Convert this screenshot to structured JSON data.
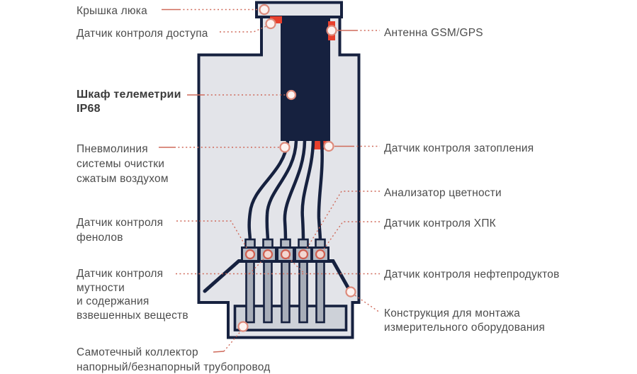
{
  "diagram_title": "",
  "colors": {
    "navy": "#16213f",
    "red": "#e8402d",
    "well_fill": "#e3e4e9",
    "basin_fill": "#cdd1d8",
    "equip_fill": "#b4bac4",
    "rod_fill": "#a7adb8",
    "leader": "#cf6a5a",
    "label_color": "#4d4d4d",
    "label_bold_color": "#3a3a3a"
  },
  "labels": {
    "manhole_cover": {
      "text": "Крышка люка"
    },
    "access_sensor": {
      "text": "Датчик контроля доступа"
    },
    "antenna": {
      "text": "Антенна GSM/GPS"
    },
    "telemetry_cabinet": {
      "line1": "Шкаф телеметрии",
      "line2": "IP68"
    },
    "pneumo_line": {
      "line1": "Пневмолиния",
      "line2": "системы очистки",
      "line3": "сжатым воздухом"
    },
    "flood_sensor": {
      "text": "Датчик контроля затопления"
    },
    "color_analyzer": {
      "text": "Анализатор цветности"
    },
    "cod_sensor": {
      "text": "Датчик контроля ХПК"
    },
    "phenol_sensor": {
      "line1": "Датчик контроля",
      "line2": "фенолов"
    },
    "oil_sensor": {
      "text": "Датчик контроля нефтепродуктов"
    },
    "turbidity_sensor": {
      "line1": "Датчик контроля",
      "line2": "мутности",
      "line3": "и содержания",
      "line4": "взвешенных веществ"
    },
    "mounting_structure": {
      "line1": "Конструкция для монтажа",
      "line2": "измерительного оборудования"
    },
    "gravity_collector": {
      "line1": "Самотечный коллектор",
      "line2": "напорный/безнапорный трубопровод"
    }
  }
}
